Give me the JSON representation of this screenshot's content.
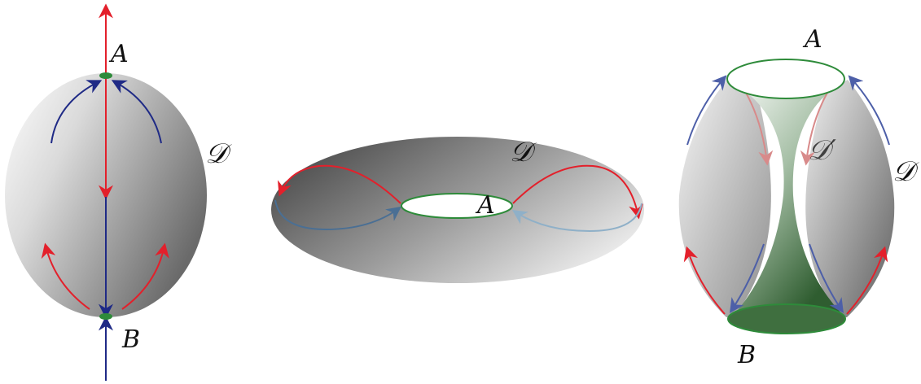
{
  "labels": {
    "sphere_top": "A",
    "sphere_bottom": "B",
    "sphere_surface": "𝒟",
    "torus_surface": "𝒟",
    "torus_hole": "A",
    "cylinder_top": "A",
    "cylinder_bottom": "B",
    "cylinder_inner": "𝒟′",
    "cylinder_outer": "𝒟"
  },
  "colors": {
    "red": "#e3202b",
    "blue": "#1f2a86",
    "green": "#2e8b3a",
    "pale_red": "#d88a8a",
    "pale_blue": "#8fb0c8",
    "torus_blue": "#4a6f94",
    "cyl_blue": "#4d5fa8"
  }
}
